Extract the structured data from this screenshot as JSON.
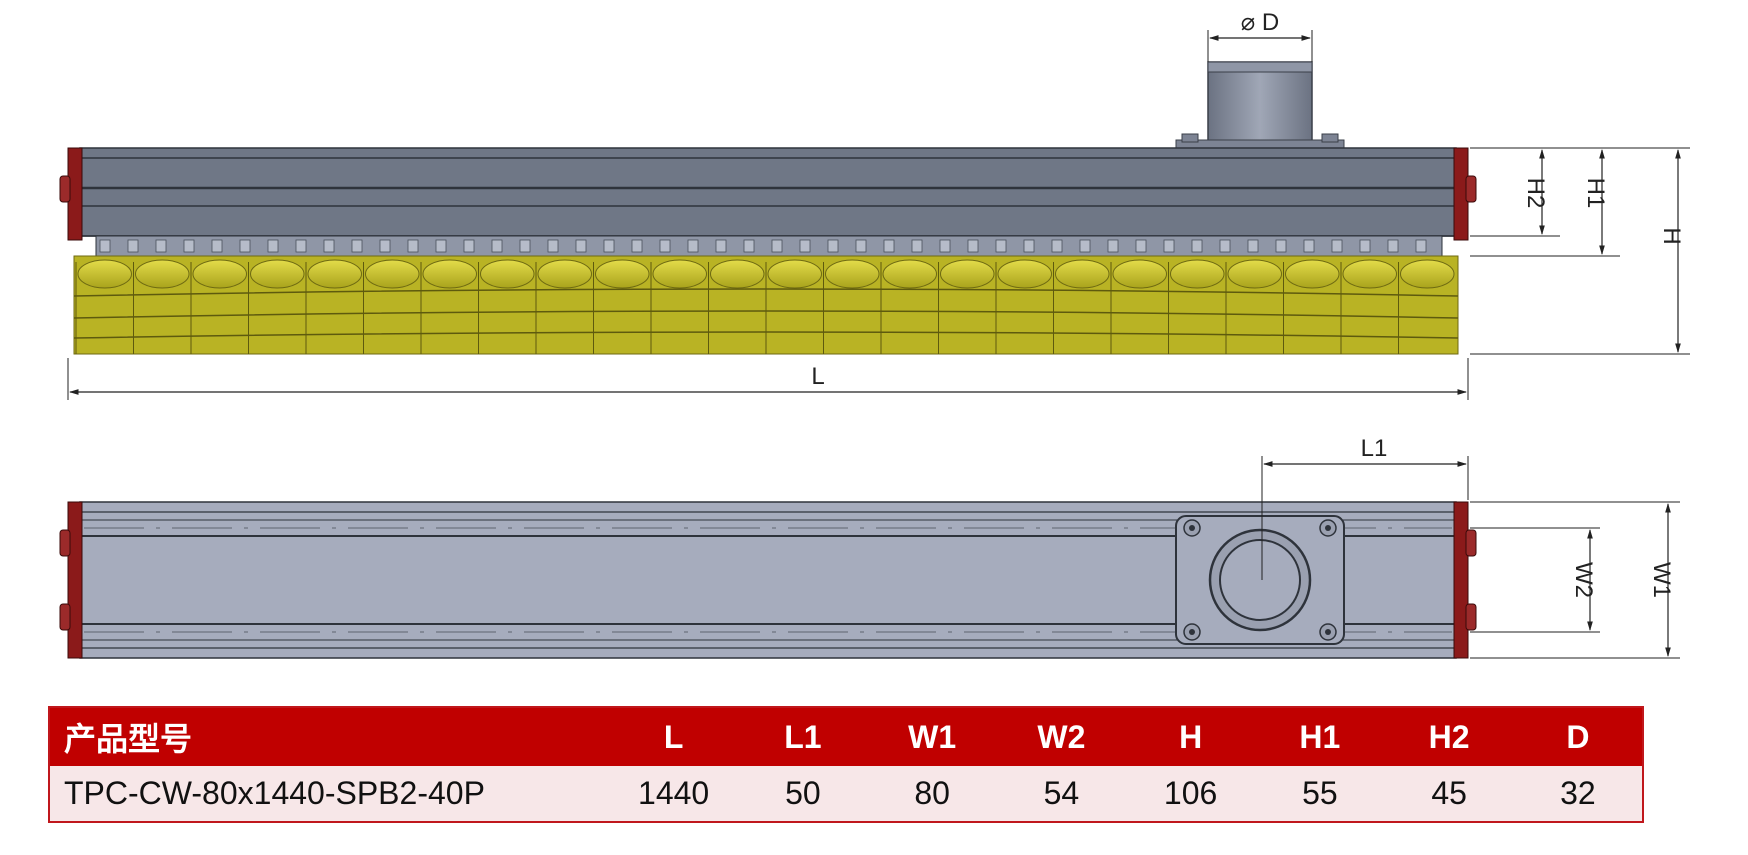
{
  "drawing": {
    "side_view_labels": {
      "length": "L",
      "diameter": "⌀ D",
      "height": "H",
      "height1": "H1",
      "height2": "H2"
    },
    "top_view_labels": {
      "l1": "L1",
      "width1": "W1",
      "width2": "W2"
    },
    "colors": {
      "body": "#6f7786",
      "body_top_view": "#a6acbd",
      "end_cap": "#8b1a1a",
      "suction_cups": "#c8c22a",
      "table_header": "#c00000",
      "table_row": "#f7e7e8"
    }
  },
  "table": {
    "headers": [
      "产品型号",
      "L",
      "L1",
      "W1",
      "W2",
      "H",
      "H1",
      "H2",
      "D"
    ],
    "rows": [
      [
        "TPC-CW-80x1440-SPB2-40P",
        "1440",
        "50",
        "80",
        "54",
        "106",
        "55",
        "45",
        "32"
      ]
    ]
  }
}
